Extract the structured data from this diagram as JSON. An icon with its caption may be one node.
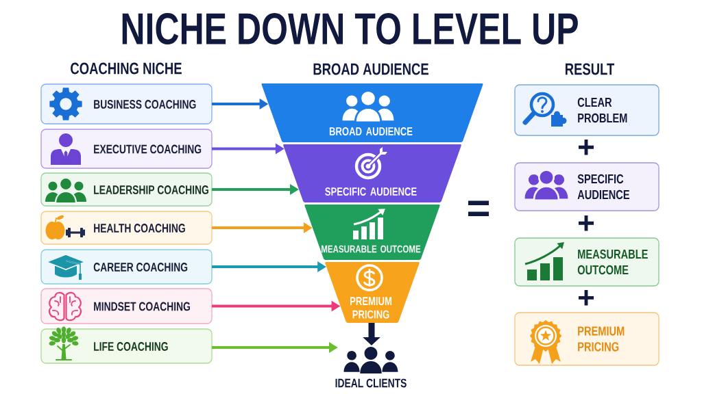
{
  "diagram": {
    "title": "NICHE DOWN TO LEVEL UP",
    "nodes": [
      {
        "text": [
          "BUSINESS COACHING"
        ]
      },
      {
        "text": [
          "EXECUTIVE COACHING"
        ]
      },
      {
        "text": [
          "LEADERSHIP COACHING"
        ]
      },
      {
        "text": [
          "HEALTH COACHING"
        ]
      },
      {
        "text": [
          "CAREER COACHING"
        ]
      },
      {
        "text": [
          "MINDSET COACHING"
        ]
      },
      {
        "text": [
          "LIFE COACHING"
        ]
      },
      {
        "text": [
          "BROAD AUDIENCE"
        ]
      },
      {
        "text": [
          "SPECIFIC AUDIENCE"
        ]
      },
      {
        "text": [
          "MEASURABLE OUTCOME"
        ]
      },
      {
        "text": [
          "PREMIUM PRICING"
        ]
      },
      {
        "text": [
          "IDEAL CLIENTS"
        ]
      },
      {
        "text": [
          "CLEAR PROBLEM"
        ]
      },
      {
        "text": [
          "SPECIFIC AUDIENCE"
        ]
      },
      {
        "text": [
          "MEASURABLE OUTCOME"
        ]
      },
      {
        "text": [
          "PREMIUM PRICING"
        ]
      }
    ],
    "edges": [
      {
        "from": 0,
        "to": 7,
        "arrow": "to",
        "color": "#1a6fd6"
      },
      {
        "from": 1,
        "to": 8,
        "arrow": "to",
        "color": "#6a4fe0"
      },
      {
        "from": 2,
        "to": 8,
        "arrow": "to",
        "color": "#22a05a"
      },
      {
        "from": 3,
        "to": 9,
        "arrow": "to",
        "color": "#f5a01a"
      },
      {
        "from": 4,
        "to": 10,
        "arrow": "to",
        "color": "#1a9bb0"
      },
      {
        "from": 5,
        "to": 10,
        "arrow": "to",
        "color": "#ee3a7a"
      },
      {
        "from": 6,
        "to": 11,
        "arrow": "to",
        "color": "#6abf2e"
      },
      {
        "from": 10,
        "to": 11,
        "arrow": "to",
        "style": "thick",
        "color": "#111a3e"
      }
    ],
    "labels": [
      "COACHING NICHE",
      "BROAD AUDIENCE",
      "RESULT",
      "=",
      "+",
      "+",
      "+"
    ]
  }
}
